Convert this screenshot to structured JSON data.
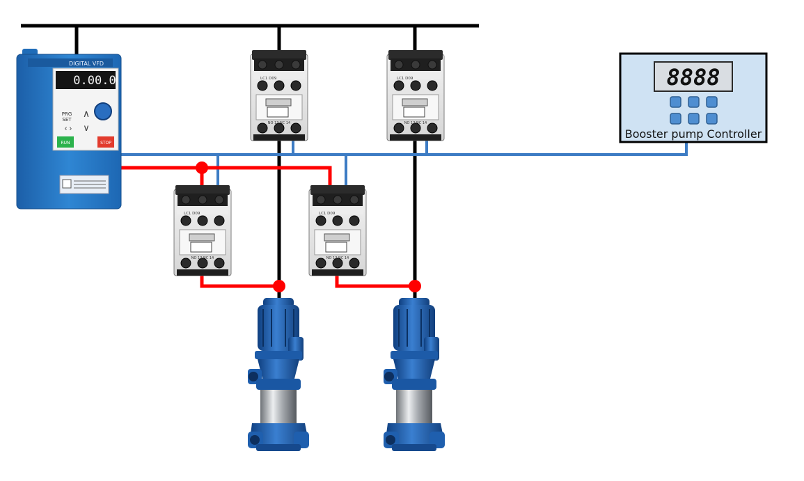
{
  "diagram": {
    "controller": {
      "label": "Booster pump Controller",
      "display_text": "8888",
      "button_count": 6
    },
    "vfd": {
      "display_text": "0.00.0",
      "header_text": "DIGITAL VFD",
      "run_label": "RUN",
      "stop_label": "STOP",
      "prg_label": "PRG",
      "set_label": "SET"
    },
    "contactor": {
      "model_text": "LC1 D09",
      "terminal_text": "NO 13  NC 14"
    },
    "colors": {
      "power_bus": "#000000",
      "vfd_output": "#ff0000",
      "control_signal": "#3d7cc4",
      "controller_bg": "#cfe2f3",
      "vfd_body": "#2a78c4",
      "pump_blue": "#1f5fae"
    },
    "icons": [
      "vfd-drive",
      "contactor",
      "vertical-multistage-pump",
      "controller-display",
      "junction-dot"
    ]
  }
}
